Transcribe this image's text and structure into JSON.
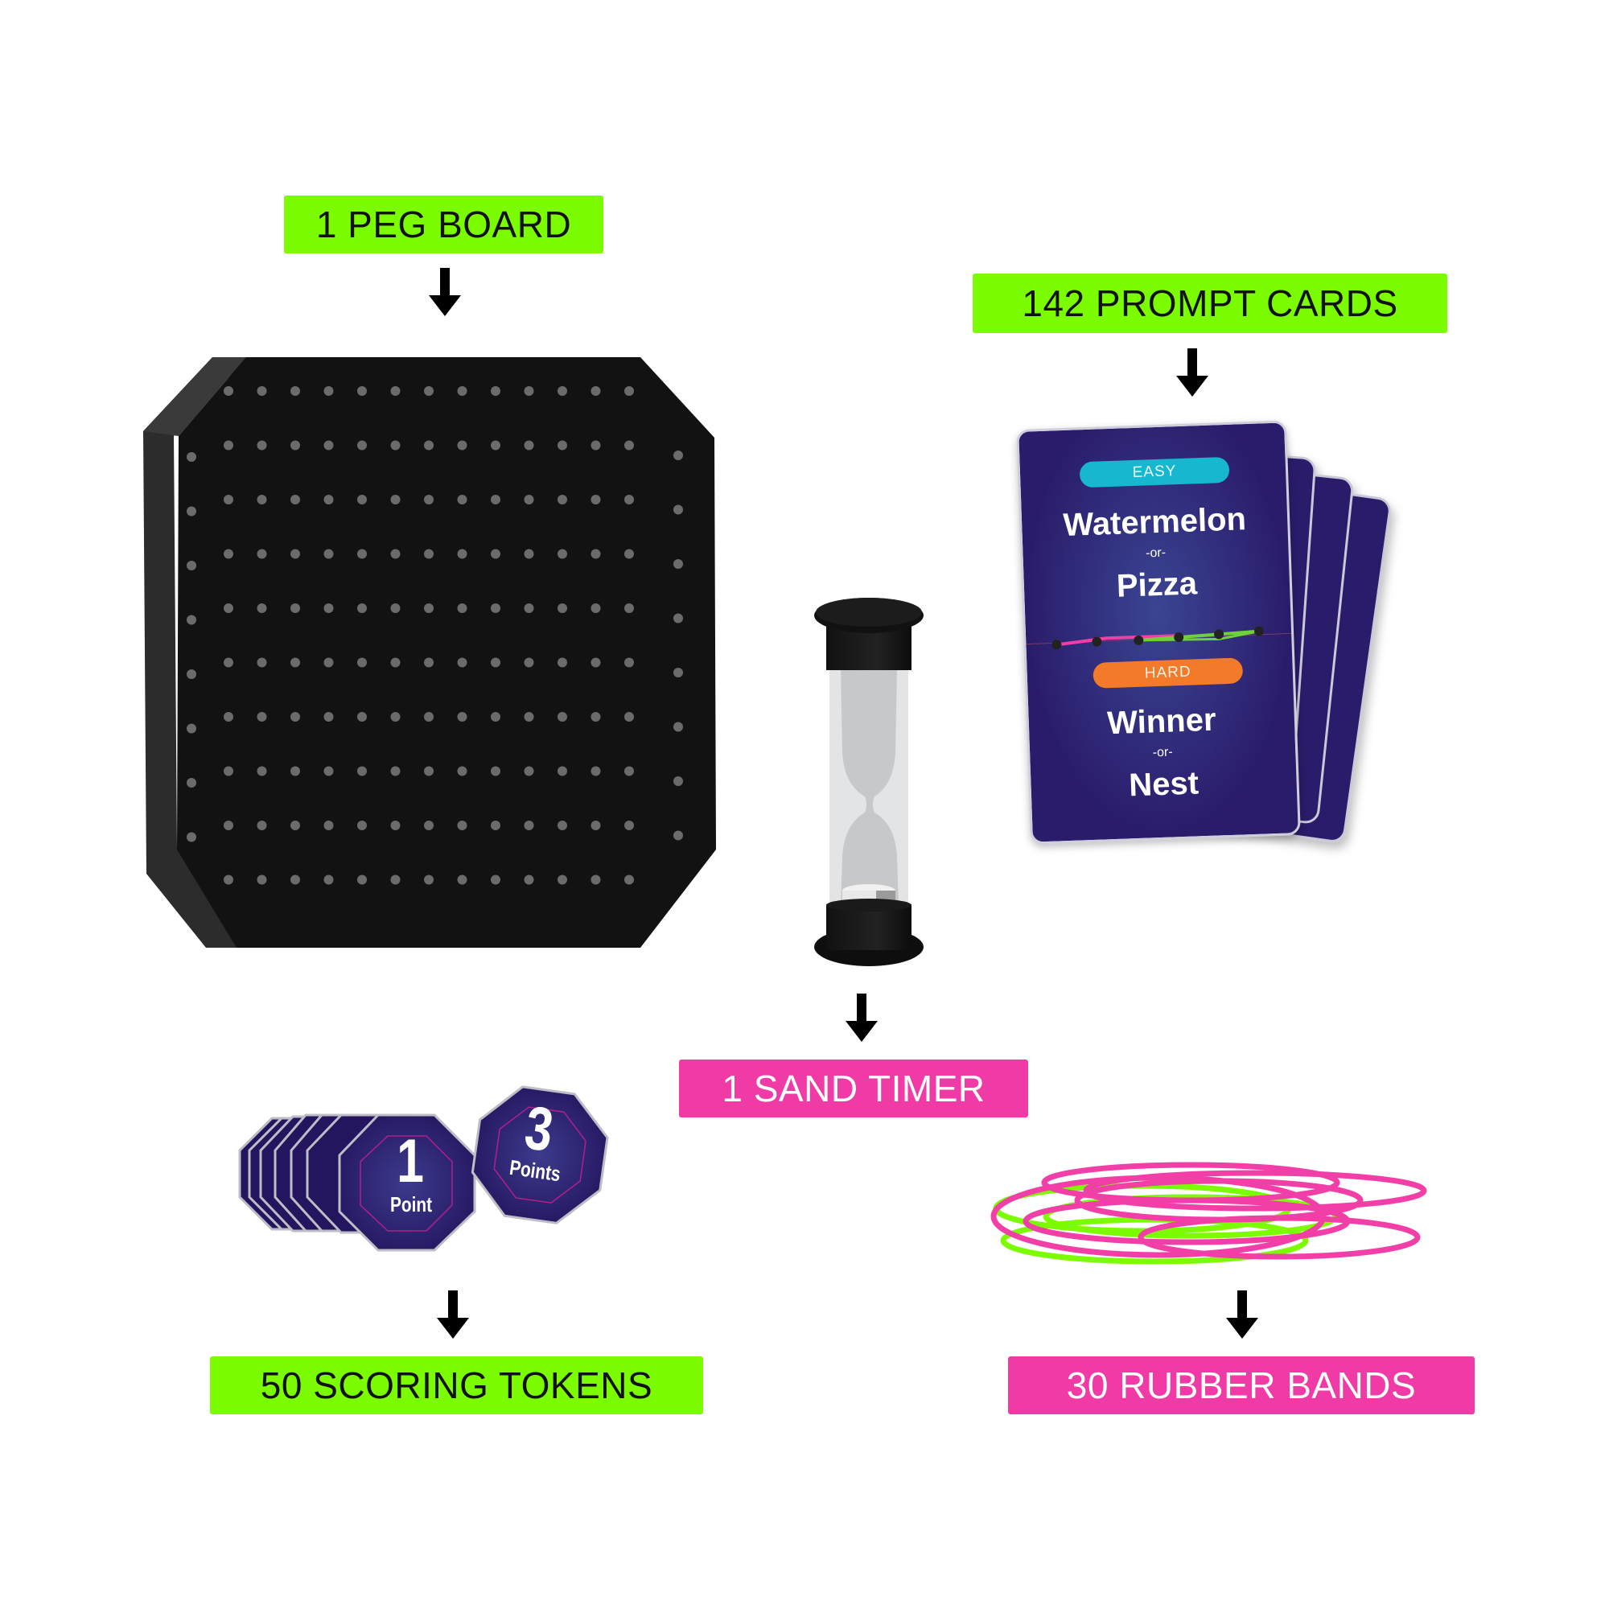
{
  "colors": {
    "label_green": "#7cfc00",
    "label_pink": "#f03ba6",
    "card_navy": "#2a1c6b",
    "easy_badge": "#17b8cf",
    "hard_badge": "#f27a28",
    "band_pink": "#f23fa8",
    "band_green": "#7cfc00",
    "board_black": "#121212"
  },
  "components": {
    "peg_board": {
      "label": "1 PEG BOARD",
      "icon": "peg-board"
    },
    "prompt_cards": {
      "label": "142 PROMPT CARDS",
      "icon": "prompt-cards"
    },
    "sand_timer": {
      "label": "1 SAND TIMER",
      "icon": "sand-timer"
    },
    "scoring_tokens": {
      "label": "50 SCORING TOKENS",
      "icon": "scoring-tokens"
    },
    "rubber_bands": {
      "label": "30 RUBBER BANDS",
      "icon": "rubber-bands"
    }
  },
  "prompt_card": {
    "easy_badge": "EASY",
    "easy_word_1": "Watermelon",
    "easy_or": "-or-",
    "easy_word_2": "Pizza",
    "hard_badge": "HARD",
    "hard_word_1": "Winner",
    "hard_or": "-or-",
    "hard_word_2": "Nest"
  },
  "tokens": {
    "one_value": "1",
    "one_unit": "Point",
    "three_value": "3",
    "three_unit": "Points"
  }
}
